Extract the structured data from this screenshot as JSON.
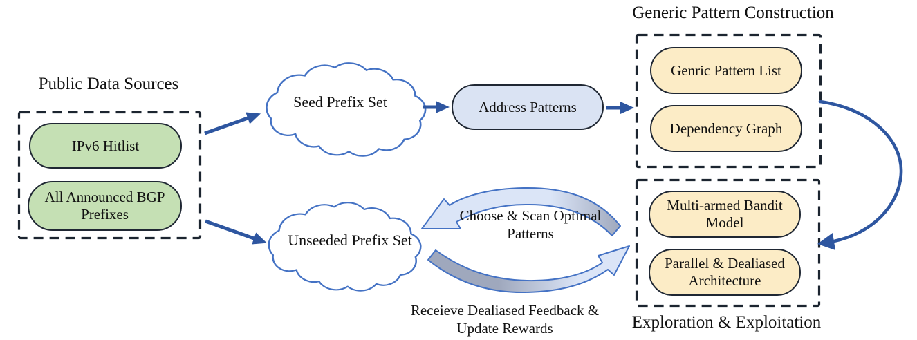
{
  "colors": {
    "background": "#ffffff",
    "text": "#111111",
    "node-border": "#1f2733",
    "dash-border": "#1c2530",
    "green-fill": "#c5e0b4",
    "yellow-fill": "#fcecc6",
    "blue-fill": "#dae3f3",
    "cloud-stroke": "#4472c4",
    "arrow-blue": "#2e56a0",
    "band-light": "#dbe5f7",
    "band-gray": "#9fa8bd"
  },
  "public_data": {
    "title": "Public Data Sources",
    "sources": [
      {
        "label": "IPv6 Hitlist"
      },
      {
        "label": "All Announced BGP Prefixes"
      }
    ]
  },
  "clouds": {
    "seed": {
      "label": "Seed Prefix Set"
    },
    "unseeded": {
      "label": "Unseeded Prefix Set"
    }
  },
  "pattern_node": {
    "label": "Address Patterns"
  },
  "generic_pattern_construction": {
    "title": "Generic Pattern Construction",
    "items": [
      {
        "label": "Genric Pattern List"
      },
      {
        "label": "Dependency Graph"
      }
    ]
  },
  "exploration_exploitation": {
    "title": "Exploration & Exploitation",
    "items": [
      {
        "label": "Multi-armed Bandit Model"
      },
      {
        "label": "Parallel & Dealiased Architecture"
      }
    ]
  },
  "cycle": {
    "choose_label": "Choose & Scan Optimal Patterns",
    "feedback_label": "Receieve Dealiased Feedback & Update Rewards"
  }
}
